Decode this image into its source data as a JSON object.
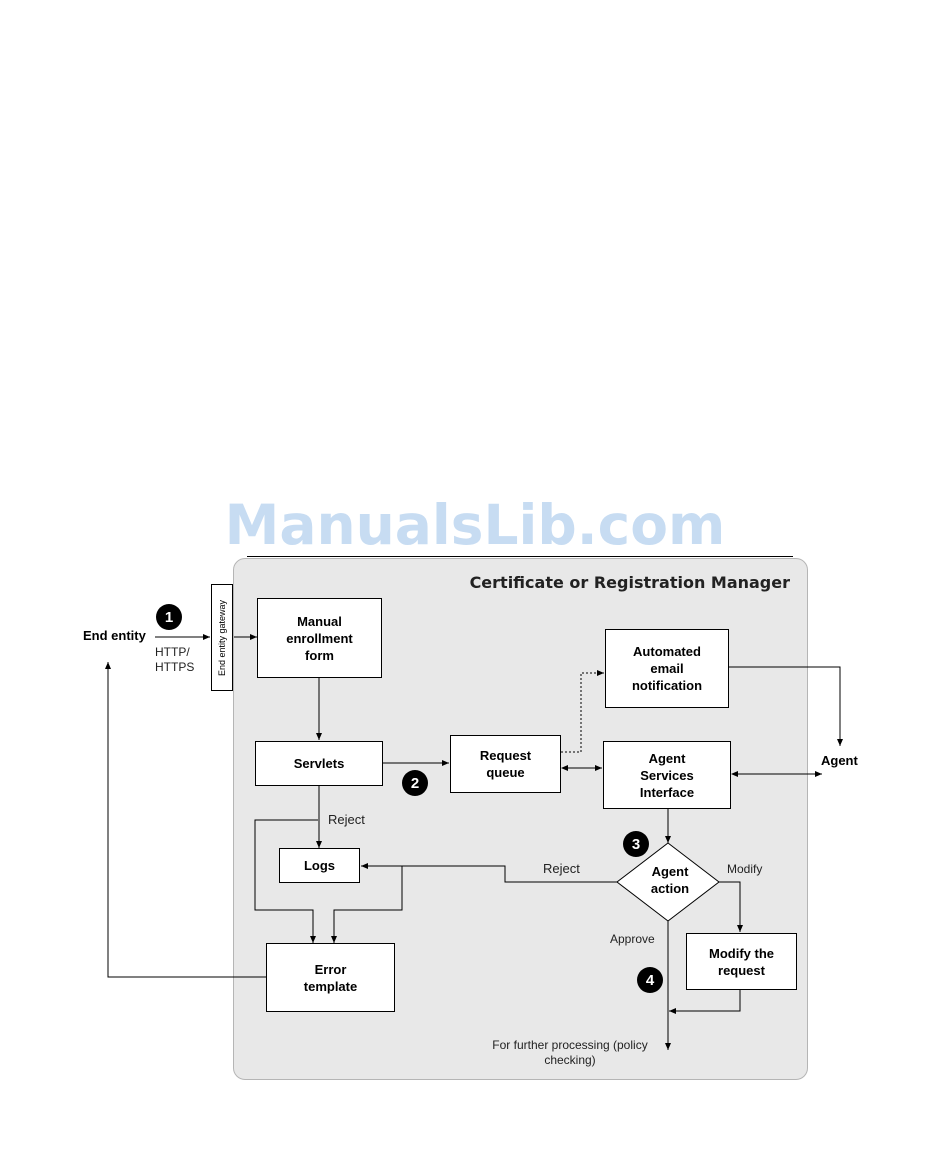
{
  "watermark": "ManualsLib.com",
  "diagram": {
    "title": "Certificate or Registration Manager",
    "end_entity": "End entity",
    "protocol": "HTTP/\nHTTPS",
    "gateway": "End entity gateway",
    "agent": "Agent",
    "boxes": {
      "manual_form": "Manual\nenrollment\nform",
      "servlets": "Servlets",
      "request_queue": "Request\nqueue",
      "email": "Automated\nemail\nnotification",
      "agent_services": "Agent\nServices\nInterface",
      "logs": "Logs",
      "error_template": "Error\ntemplate",
      "modify_request": "Modify the\nrequest",
      "agent_action": "Agent\naction"
    },
    "labels": {
      "reject_1": "Reject",
      "reject_2": "Reject",
      "modify": "Modify",
      "approve": "Approve",
      "further": "For further processing (policy\nchecking)"
    },
    "steps": [
      "1",
      "2",
      "3",
      "4"
    ]
  }
}
